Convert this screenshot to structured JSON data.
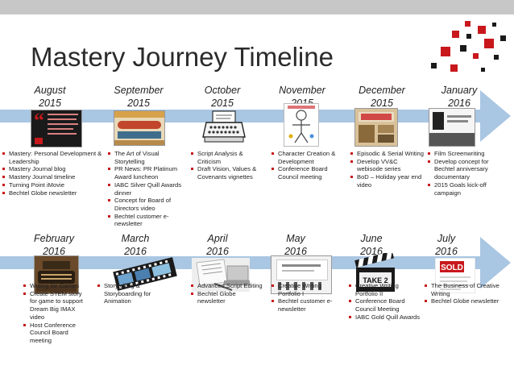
{
  "slide": {
    "title": "Mastery Journey Timeline",
    "accent_color": "#c8181c",
    "arrow_color": "#a9c6e2"
  },
  "row1": [
    {
      "month": "August",
      "year": "2015",
      "thumb_icon": "quote-book-icon",
      "items": [
        "Mastery: Personal Development & Leadership",
        "Mastery Journal blog",
        "Mastery Journal timeline",
        "Turning Point iMovie",
        "Bechtel Globe newsletter"
      ]
    },
    {
      "month": "September",
      "year": "2015",
      "thumb_icon": "storytelling-banner-icon",
      "items": [
        "The Art of Visual Storytelling",
        "PR News: PR Platinum Award luncheon",
        "IABC Silver Quill Awards dinner",
        "Concept for Board of Directors video",
        "Bechtel customer e-newsletter"
      ]
    },
    {
      "month": "October",
      "year": "2015",
      "thumb_icon": "typewriter-icon",
      "items": [
        "Script Analysis & Criticism",
        "Draft Vision, Values & Covenants vignettes"
      ]
    },
    {
      "month": "November",
      "year": "2015",
      "thumb_icon": "character-sketch-icon",
      "items": [
        "Character Creation & Development",
        "Conference Board Council meeting"
      ]
    },
    {
      "month": "December",
      "year": "2015",
      "thumb_icon": "serial-poster-icon",
      "items": [
        "Episodic & Serial Writing",
        "Develop VV&C webisode series",
        "BoD – Holiday year end video"
      ]
    },
    {
      "month": "January",
      "year": "2016",
      "thumb_icon": "film-screen-icon",
      "items": [
        "Film Screenwriting",
        "Develop concept for Bechtel anniversary documentary",
        "2015 Goals kick-off campaign"
      ]
    }
  ],
  "row2": [
    {
      "month": "February",
      "year": "2016",
      "thumb_icon": "vintage-typewriter-icon",
      "items": [
        "Writing for Games",
        "Create STEM story for game to support Dream Big IMAX video",
        "Host Conference Council Board meeting"
      ]
    },
    {
      "month": "March",
      "year": "2016",
      "thumb_icon": "filmstrip-icon",
      "items": [
        "Storytelling & Storyboarding for Animation"
      ]
    },
    {
      "month": "April",
      "year": "2016",
      "thumb_icon": "laptop-notes-icon",
      "items": [
        "Advanced Script Editing",
        "Bechtel Globe newsletter"
      ]
    },
    {
      "month": "May",
      "year": "2016",
      "thumb_icon": "story-screen-icon",
      "items": [
        "Creative Writing Portfolio I",
        "Bechtel customer e-newsletter"
      ]
    },
    {
      "month": "June",
      "year": "2016",
      "thumb_icon": "clapperboard-icon",
      "items": [
        "Creative Writing Portfolio II",
        "Conference Board Council Meeting",
        "IABC Gold Quill Awards"
      ]
    },
    {
      "month": "July",
      "year": "2016",
      "thumb_icon": "sold-sign-icon",
      "items": [
        "The Business of Creative Writing",
        "Bechtel Globe newsletter"
      ]
    }
  ]
}
